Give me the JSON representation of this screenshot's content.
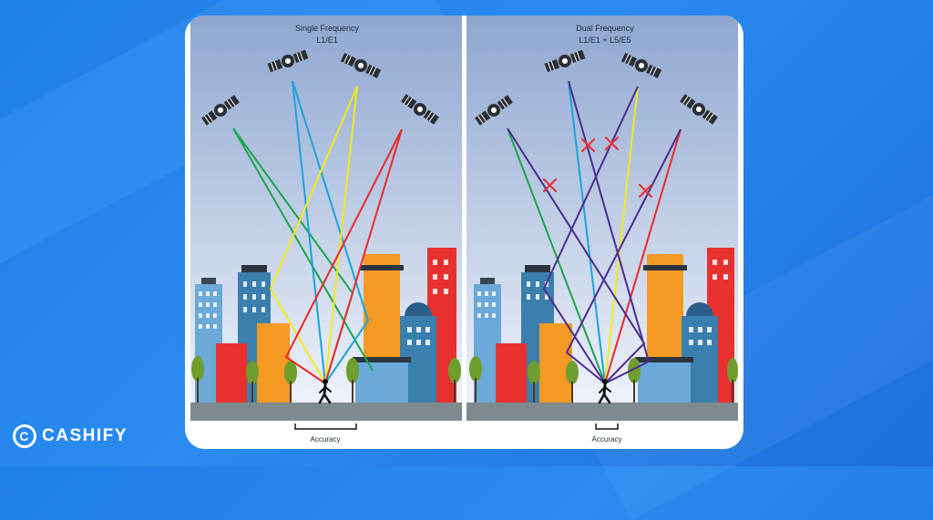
{
  "brand": {
    "name": "CASHIFY",
    "mark": "C"
  },
  "panels": [
    {
      "id": "single",
      "title": "Single Frequency",
      "subtitle": "L1/E1",
      "accuracy_label": "Accuracy"
    },
    {
      "id": "dual",
      "title": "Dual Frequency",
      "subtitle": "L1/E1 + L5/E5",
      "accuracy_label": "Accuracy"
    }
  ],
  "colors": {
    "background": "#1d7fe8",
    "sky_top": "#8ea6cf",
    "sky_bottom": "#e8eef8",
    "ground": "#7f8a8f",
    "signal_green": "#1aa64a",
    "signal_blue": "#1ba3dc",
    "signal_yellow": "#f2ea1c",
    "signal_red": "#ea2b2b",
    "signal_purple": "#4b2c8f",
    "blocked_mark": "#e8333b"
  },
  "icons": [
    "satellite-icon",
    "pedestrian-icon",
    "blocked-x-icon",
    "tree-icon",
    "building-icon"
  ]
}
